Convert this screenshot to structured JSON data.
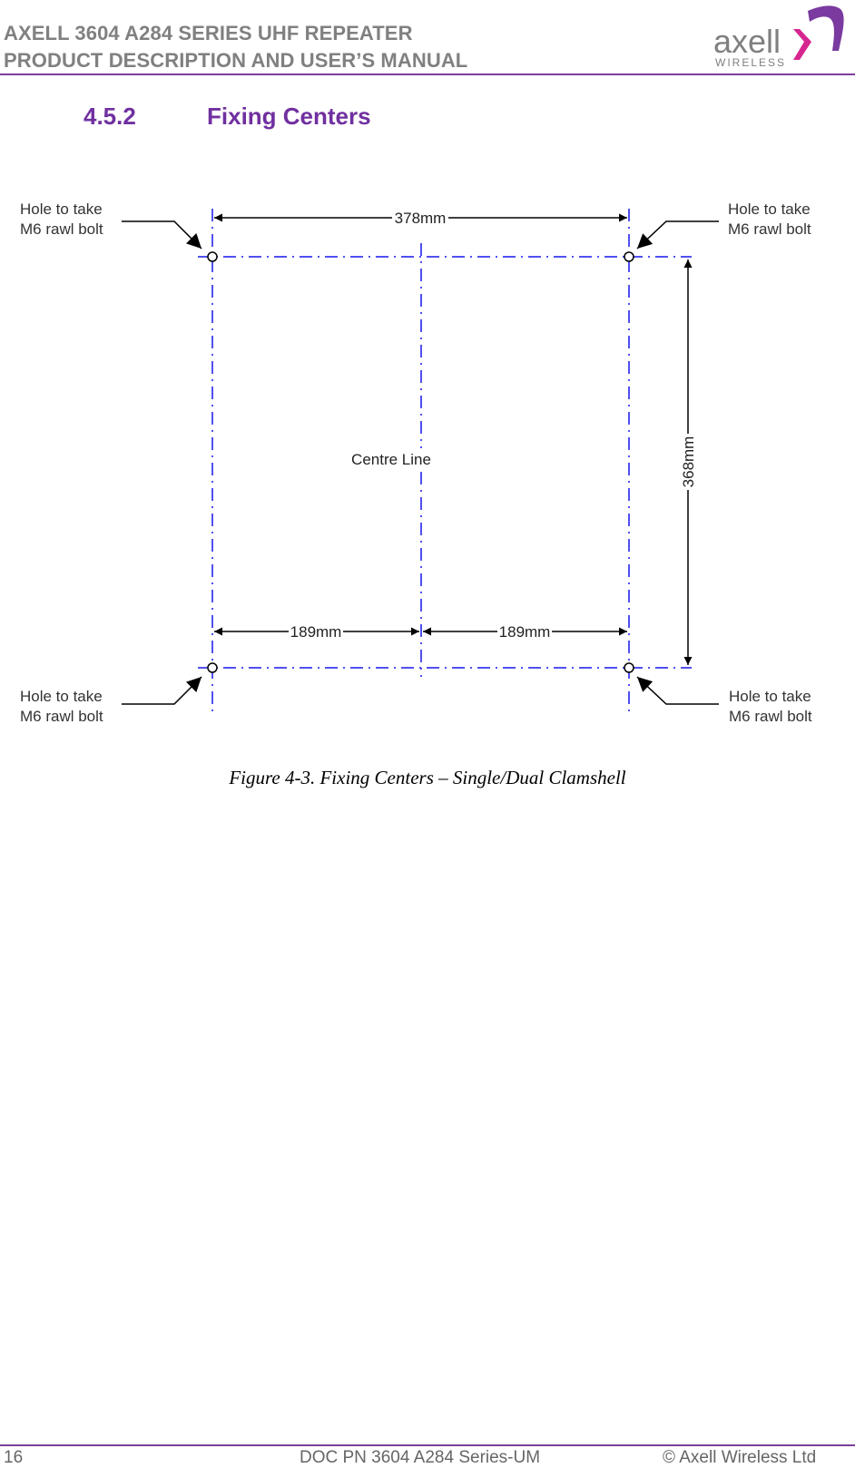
{
  "header": {
    "line1": "AXELL 3604 A284 SERIES UHF REPEATER",
    "line2": "PRODUCT DESCRIPTION AND USER’S MANUAL",
    "logo": {
      "wordmark": "axell",
      "subtitle": "WIRELESS",
      "icon": "axell-chevron-logo-icon"
    }
  },
  "section": {
    "number": "4.5.2",
    "title": "Fixing Centers"
  },
  "figure": {
    "callouts": {
      "top_left": {
        "line1": "Hole to take",
        "line2": "M6 rawl bolt"
      },
      "top_right": {
        "line1": "Hole to take",
        "line2": "M6 rawl bolt"
      },
      "bottom_left": {
        "line1": "Hole to take",
        "line2": "M6 rawl bolt"
      },
      "bottom_right": {
        "line1": "Hole to take",
        "line2": "M6 rawl bolt"
      }
    },
    "dimensions": {
      "overall_width": "378mm",
      "height": "368mm",
      "left_half": "189mm",
      "right_half": "189mm"
    },
    "centre_line_label": "Centre Line",
    "colors": {
      "guide_line": "#5050f0",
      "dimension": "#000000"
    }
  },
  "caption": "Figure 4-3. Fixing Centers – Single/Dual Clamshell",
  "footer": {
    "page": "16",
    "doc": "DOC PN 3604 A284 Series-UM",
    "copyright": "© Axell Wireless Ltd"
  }
}
